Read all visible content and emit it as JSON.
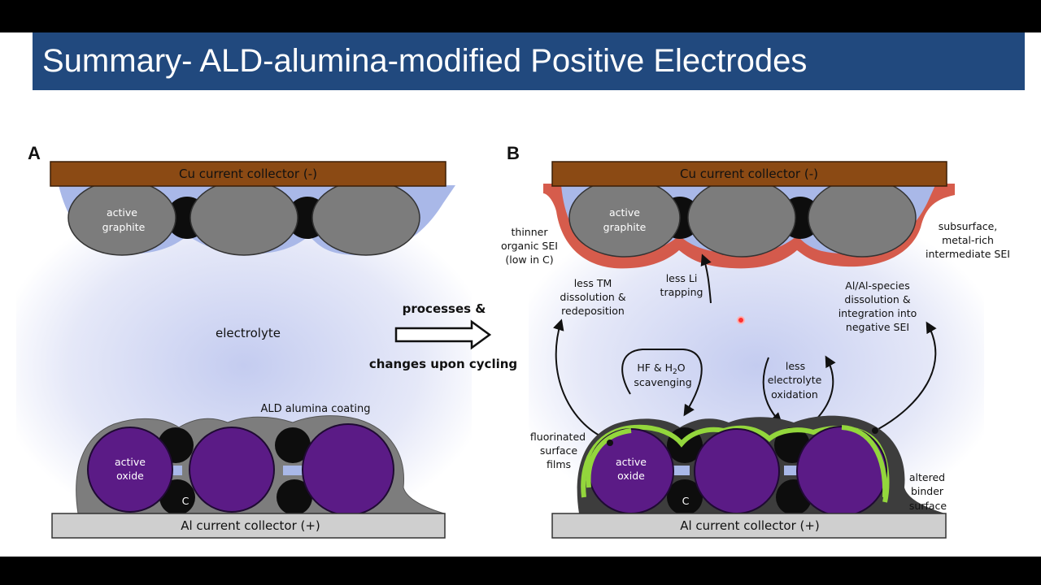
{
  "slide": {
    "title": "Summary- ALD-alumina-modified Positive Electrodes"
  },
  "colors": {
    "title_bar": "#21497e",
    "cu_collector": "#8b4a14",
    "al_collector": "#cfcfcf",
    "graphite": "#7c7c7c",
    "oxide": "#5b1b86",
    "carbon": "#0d0d0d",
    "electrolyte": "#b9c4ee",
    "alumina": "#7d7d7d",
    "sei_red": "#d24a39",
    "fluorinated_green": "#93d63c"
  },
  "panel_a": {
    "letter": "A",
    "cu_label": "Cu current collector (-)",
    "al_label": "Al current collector (+)",
    "graphite_label": [
      "active",
      "graphite"
    ],
    "oxide_label": [
      "active",
      "oxide"
    ],
    "carbon_label": "C",
    "electrolyte_label": "electrolyte",
    "coating_label": "ALD alumina coating"
  },
  "arrow": {
    "top_label": "processes &",
    "bottom_label": "changes upon cycling"
  },
  "panel_b": {
    "letter": "B",
    "cu_label": "Cu current collector (-)",
    "al_label": "Al current collector (+)",
    "graphite_label": [
      "active",
      "graphite"
    ],
    "oxide_label": [
      "active",
      "oxide"
    ],
    "carbon_label": "C",
    "thinner_sei": [
      "thinner",
      "organic SEI",
      "(low in C)"
    ],
    "subsurface_sei": [
      "subsurface,",
      "metal-rich",
      "intermediate SEI"
    ],
    "less_tm": [
      "less TM",
      "dissolution &",
      "redeposition"
    ],
    "less_li": [
      "less Li",
      "trapping"
    ],
    "al_species": [
      "Al/Al-species",
      "dissolution &",
      "integration into",
      "negative SEI"
    ],
    "hf_line1": "HF & H",
    "hf_sub": "2",
    "hf_tail": "O",
    "hf_line2": "scavenging",
    "less_oxidation": [
      "less",
      "electrolyte",
      "oxidation"
    ],
    "fluorinated": [
      "fluorinated",
      "surface",
      "films"
    ],
    "altered_binder": [
      "altered",
      "binder",
      "surface"
    ]
  }
}
